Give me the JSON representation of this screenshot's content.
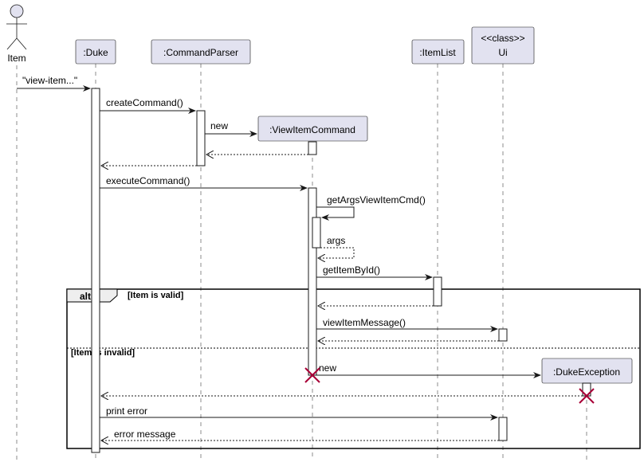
{
  "participants": {
    "item": "Item",
    "duke": ":Duke",
    "parser": ":CommandParser",
    "viewcmd": ":ViewItemCommand",
    "itemlist": ":ItemList",
    "ui_stereo": "<<class>>",
    "ui_name": "Ui",
    "dukeex": ":DukeException"
  },
  "messages": {
    "view_item": "\"view-item...\"",
    "create_command": "createCommand()",
    "new": "new",
    "execute_command": "executeCommand()",
    "get_args": "getArgsViewItemCmd()",
    "args": "args",
    "get_item_by_id": "getItemById()",
    "view_item_message": "viewItemMessage()",
    "new2": "new",
    "print_error": "print error",
    "error_message": "error message"
  },
  "fragment": {
    "keyword": "alt",
    "guard_valid": "[Item is valid]",
    "guard_invalid": "[Item is invalid]"
  },
  "colors": {
    "participant_fill": "#E2E2F0",
    "line": "#181818",
    "destroy": "#A80036"
  }
}
